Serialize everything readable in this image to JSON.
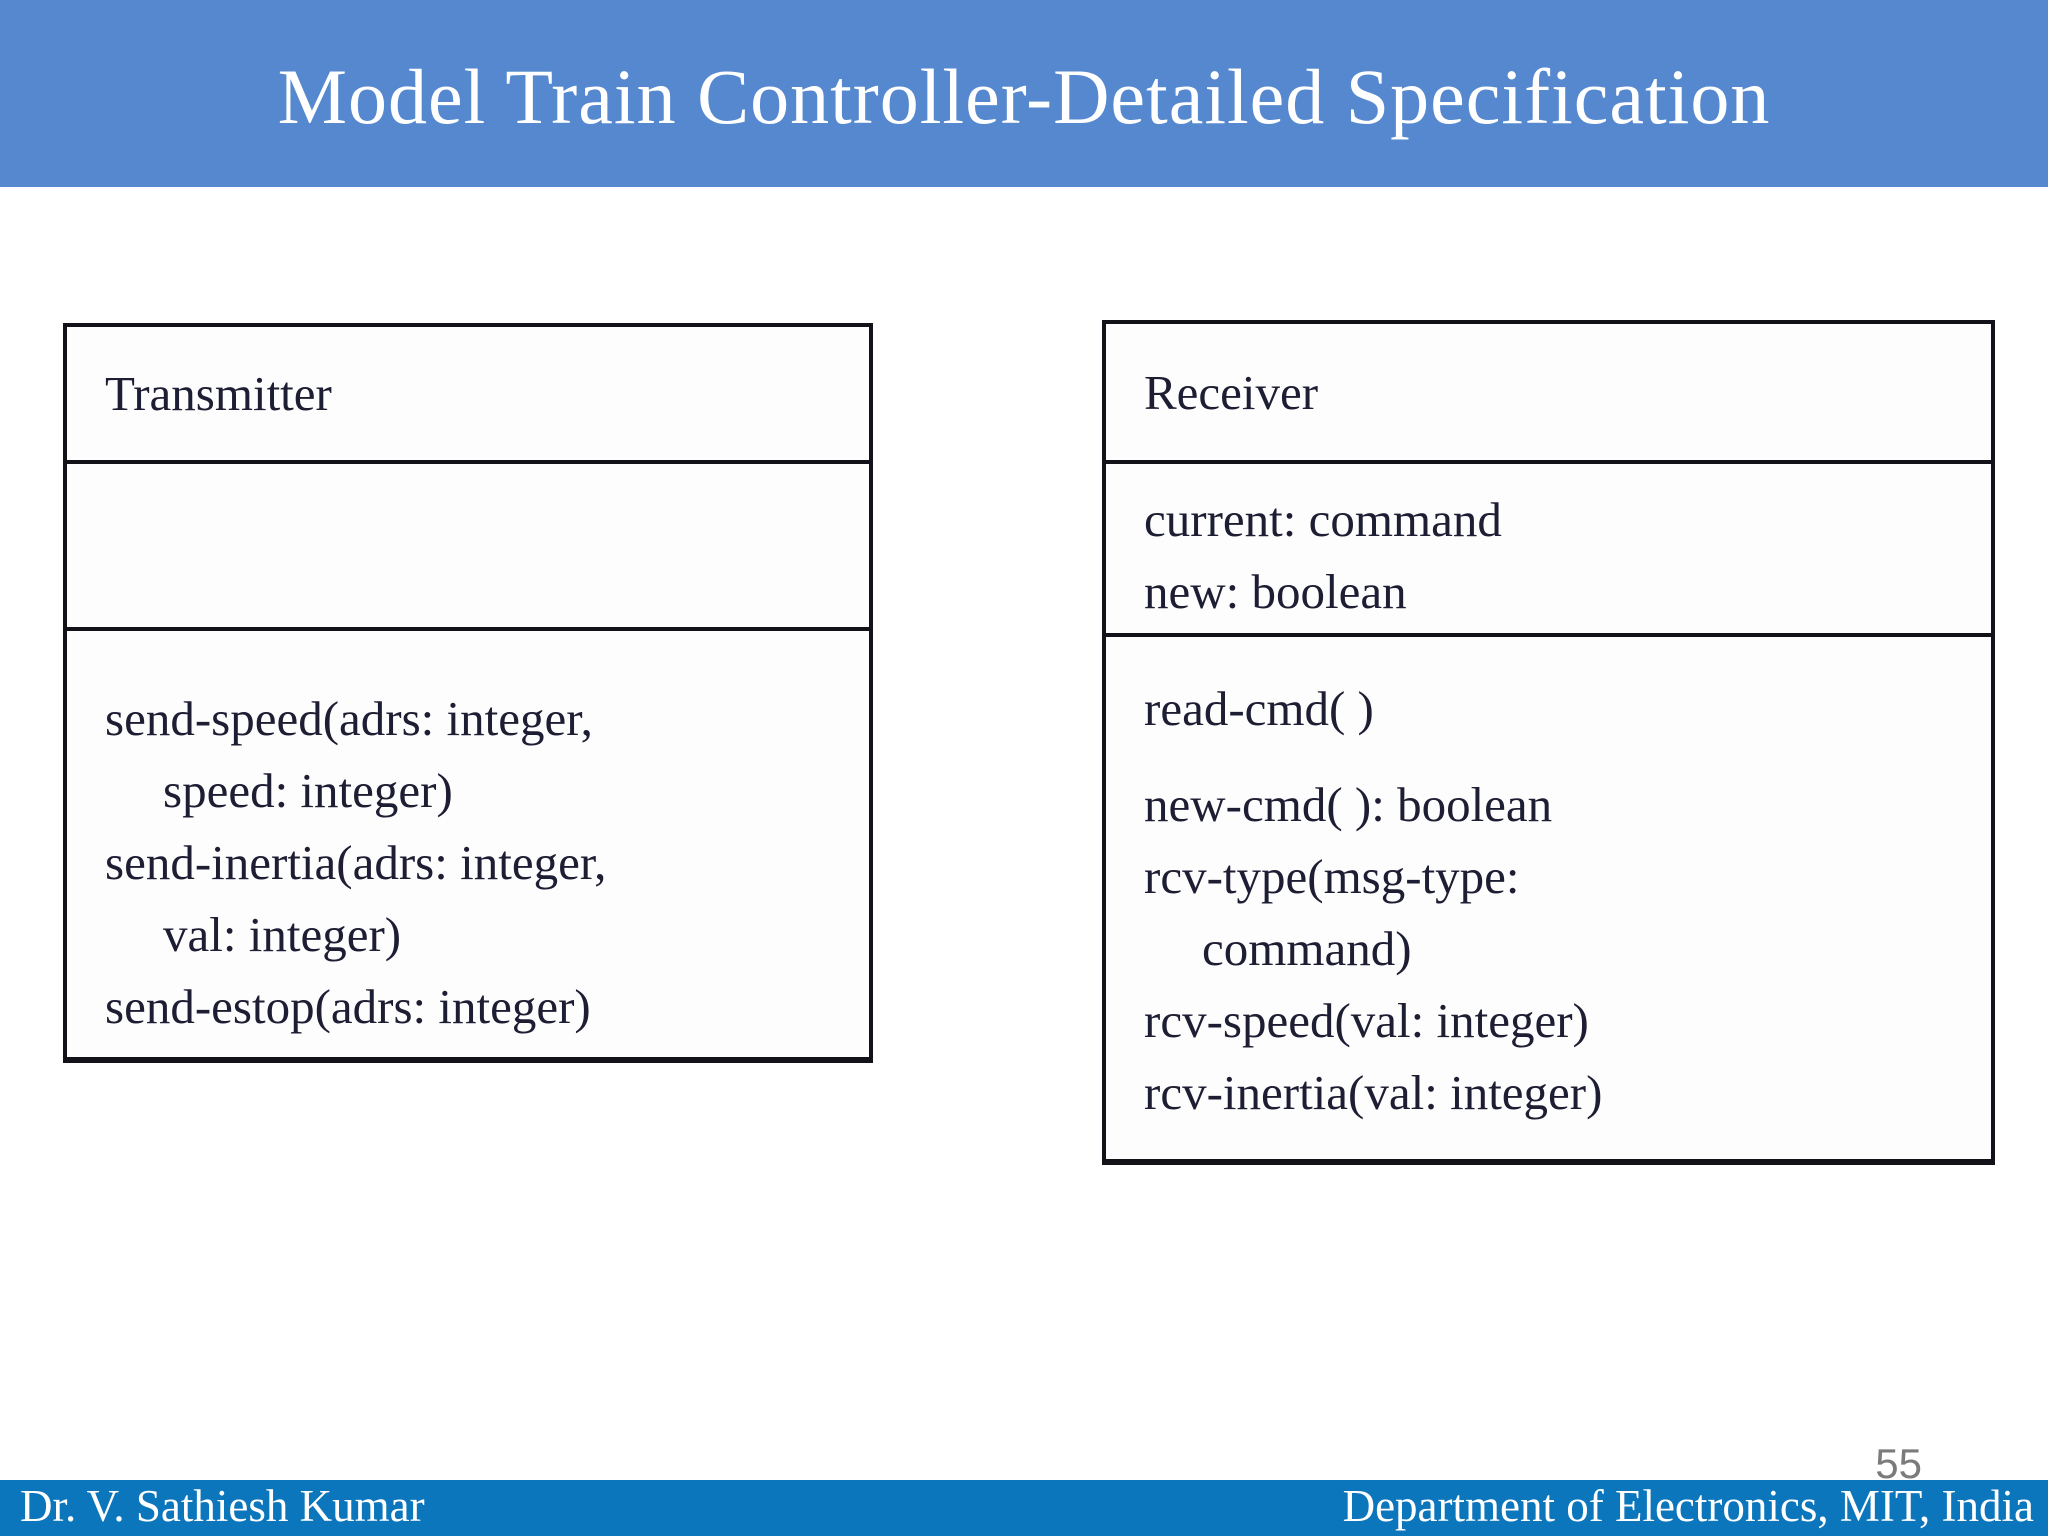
{
  "header": {
    "title": "Model Train Controller-Detailed Specification",
    "bg_color": "#5588CE",
    "text_color": "#FFFFFF"
  },
  "classes": {
    "transmitter": {
      "name": "Transmitter",
      "attributes": [],
      "operations": [
        {
          "text": "send-speed(adrs: integer,",
          "indent": false,
          "gap_before": false
        },
        {
          "text": "speed: integer)",
          "indent": true,
          "gap_before": false
        },
        {
          "text": "send-inertia(adrs: integer,",
          "indent": false,
          "gap_before": false
        },
        {
          "text": "val: integer)",
          "indent": true,
          "gap_before": false
        },
        {
          "text": "send-estop(adrs: integer)",
          "indent": false,
          "gap_before": false
        }
      ]
    },
    "receiver": {
      "name": "Receiver",
      "attributes": [
        "current: command",
        "new: boolean"
      ],
      "operations": [
        {
          "text": "read-cmd( )",
          "indent": false,
          "gap_before": false
        },
        {
          "text": "new-cmd( ): boolean",
          "indent": false,
          "gap_before": true
        },
        {
          "text": "rcv-type(msg-type:",
          "indent": false,
          "gap_before": false
        },
        {
          "text": "command)",
          "indent": true,
          "gap_before": false
        },
        {
          "text": "rcv-speed(val: integer)",
          "indent": false,
          "gap_before": false
        },
        {
          "text": "rcv-inertia(val: integer)",
          "indent": false,
          "gap_before": false
        }
      ]
    }
  },
  "page_number": "55",
  "footer": {
    "left_text": "Dr. V. Sathiesh Kumar",
    "right_text": "Department of Electronics, MIT, India",
    "bg_color": "#0C76BC",
    "text_color": "#FFFFFF"
  }
}
